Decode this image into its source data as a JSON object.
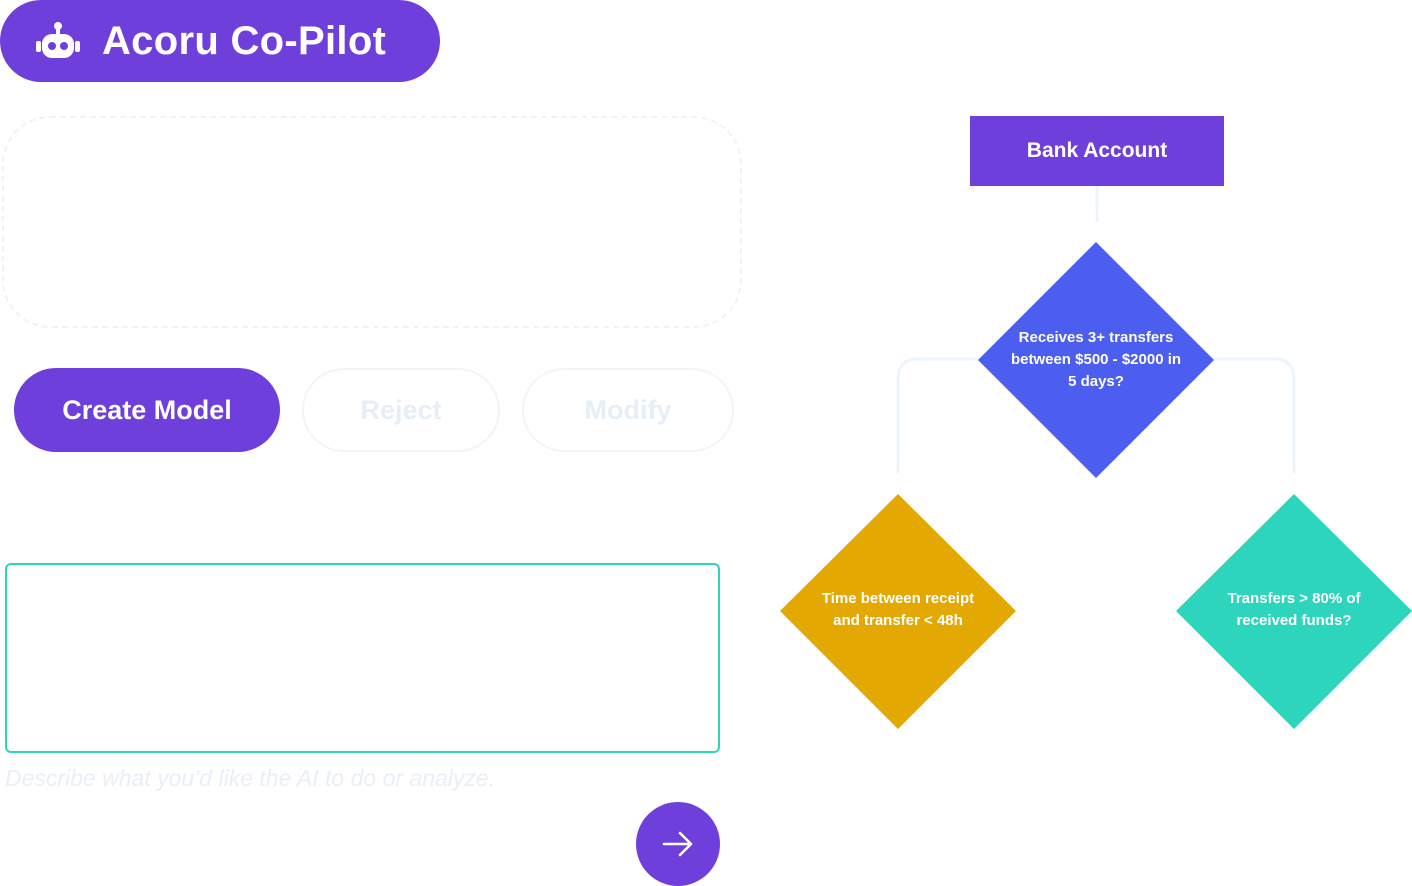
{
  "header": {
    "title": "Acoru Co-Pilot",
    "icon": "robot-icon",
    "bg_color": "#6f3fdc"
  },
  "actions": {
    "create_label": "Create Model",
    "reject_label": "Reject",
    "modify_label": "Modify"
  },
  "prompt": {
    "value": "",
    "hint": "Describe what you’d like the AI to do or analyze.",
    "border_color": "#2ed5bd",
    "send_icon": "arrow-right-icon"
  },
  "flowchart": {
    "root": {
      "label": "Bank Account",
      "color": "#6f3fdc"
    },
    "decision_main": {
      "label": "Receives 3+ transfers between $500 - $2000 in 5 days?",
      "color": "#4b5eef"
    },
    "decision_left": {
      "label": "Time between receipt and transfer < 48h",
      "color": "#e3a902"
    },
    "decision_right": {
      "label": "Transfers > 80% of received funds?",
      "color": "#2ed5bd"
    },
    "connector_color": "#eef4fb"
  }
}
